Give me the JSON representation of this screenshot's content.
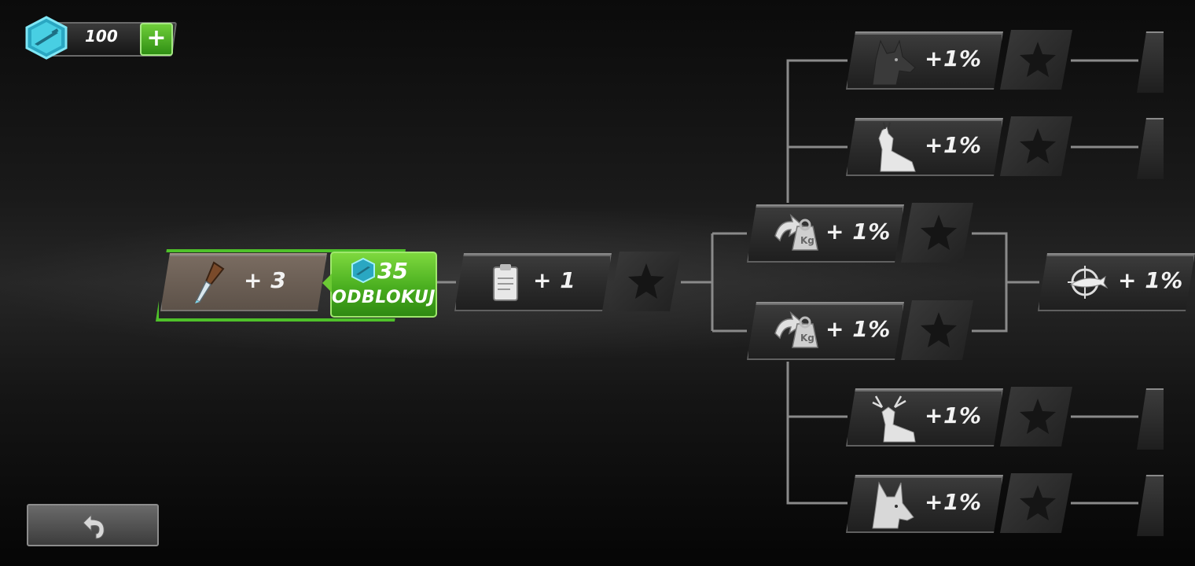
{
  "currency": {
    "amount": "100",
    "add_icon": "plus-icon",
    "icon": "rifle-gem-icon",
    "accent": "#3cc2d8"
  },
  "unlock": {
    "cost": "35",
    "label": "ODBLOKUJ",
    "color": "#4fc12a"
  },
  "nodes": [
    {
      "id": "knife",
      "label": "+ 3",
      "icon": "knife-icon"
    },
    {
      "id": "clipboard",
      "label": "+ 1",
      "icon": "clipboard-icon"
    },
    {
      "id": "weight-1",
      "label": "+ 1%",
      "icon": "weight-kg-icon"
    },
    {
      "id": "weight-2",
      "label": "+ 1%",
      "icon": "weight-kg-icon"
    },
    {
      "id": "wolf",
      "label": "+1%",
      "icon": "wolf-icon"
    },
    {
      "id": "goat",
      "label": "+1%",
      "icon": "goat-icon"
    },
    {
      "id": "deer",
      "label": "+1%",
      "icon": "deer-icon"
    },
    {
      "id": "coyote",
      "label": "+1%",
      "icon": "coyote-icon"
    },
    {
      "id": "crosshair",
      "label": "+ 1%",
      "icon": "crosshair-fish-icon"
    }
  ],
  "back_button": {
    "icon": "undo-arrow-icon"
  }
}
